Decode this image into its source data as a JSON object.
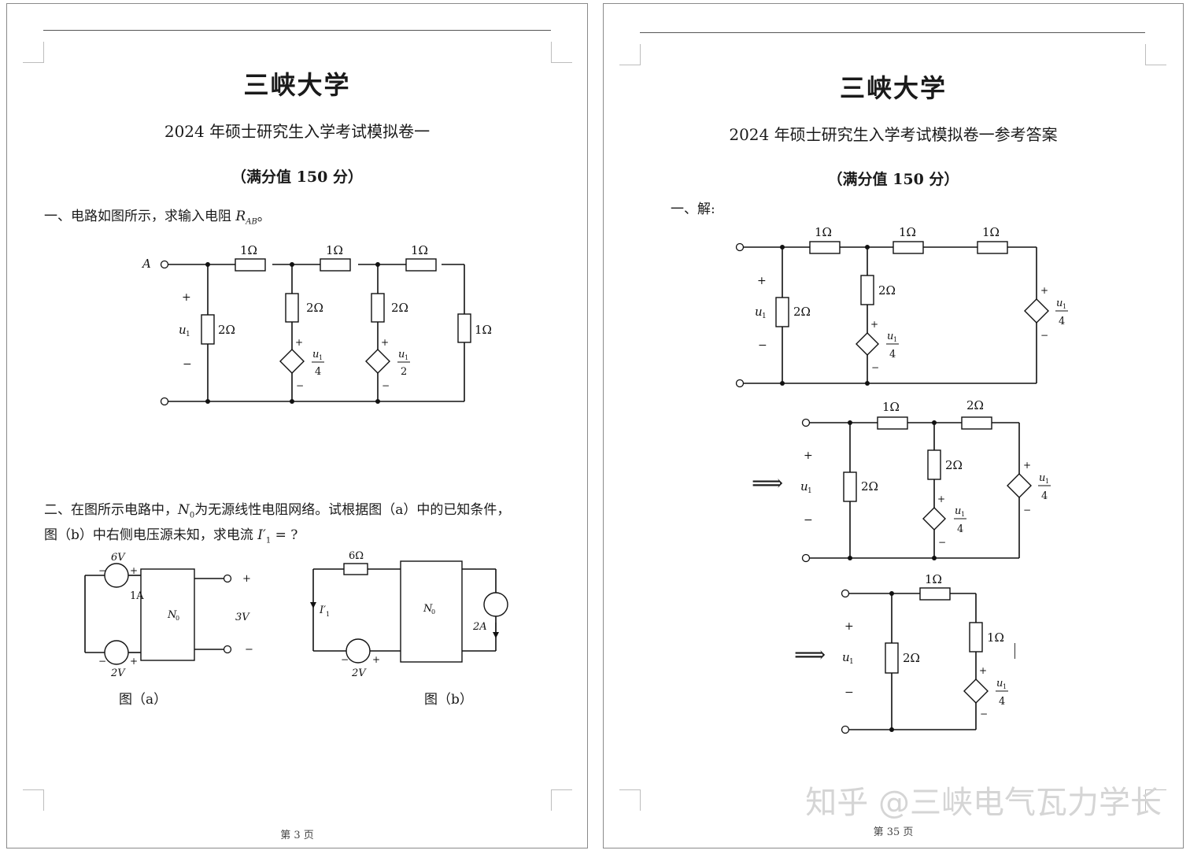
{
  "left": {
    "university": "三峡大学",
    "exam_title": "2024 年硕士研究生入学考试模拟卷一",
    "score": "（满分值 150 分）",
    "q1": {
      "prefix": "一、电路如图所示，求输入电阻 ",
      "sym": "R",
      "sub": "AB",
      "suffix": "。"
    },
    "q2": {
      "line1_a": "二、在图所示电路中，",
      "line1_sym": "N",
      "line1_sub": "0",
      "line1_b": "为无源线性电阻网络。试根据图（a）中的已知条件，",
      "line2_a": "图（b）中右侧电压源未知，求电流 ",
      "line2_sym": "I′",
      "line2_sub": "1",
      "line2_b": " = ?"
    },
    "fig_a_label": "图（a）",
    "fig_b_label": "图（b）",
    "page_number": "第 3 页"
  },
  "right": {
    "university": "三峡大学",
    "exam_title": "2024 年硕士研究生入学考试模拟卷一参考答案",
    "score": "（满分值 150 分）",
    "solution_label": "一、解:",
    "arrow": "⟹",
    "page_number": "第 35 页"
  },
  "circuit": {
    "r1": "1Ω",
    "r2": "2Ω",
    "plus": "+",
    "minus": "−",
    "u1": "u",
    "u1_sub": "1",
    "den4": "4",
    "den2": "2",
    "node_a": "A",
    "v6": "6V",
    "v2": "2V",
    "v3": "3V",
    "i1a": "1A",
    "i2a": "2A",
    "r6": "6Ω",
    "n0": "N",
    "n0_sub": "0",
    "i1p": "I′",
    "i1p_sub": "1"
  },
  "watermark": "知乎 @三峡电气瓦力学长"
}
